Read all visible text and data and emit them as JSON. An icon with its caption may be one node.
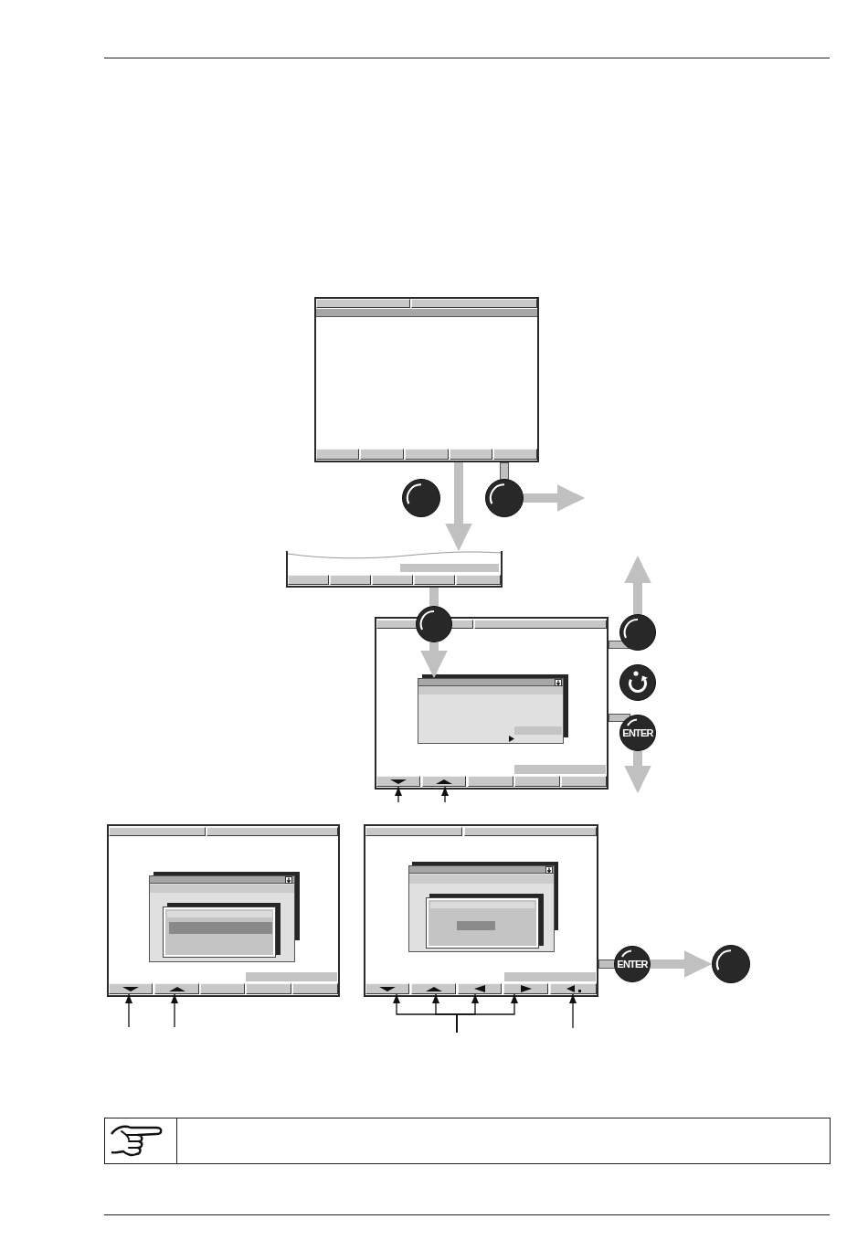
{
  "diagram": {
    "nodes": [
      {
        "text": [],
        "shape": "box"
      },
      {
        "text": [],
        "shape": "circle"
      },
      {
        "text": [],
        "shape": "circle"
      },
      {
        "text": [],
        "shape": "box"
      },
      {
        "text": [],
        "shape": "box"
      },
      {
        "text": [],
        "shape": "circle"
      },
      {
        "text": [],
        "shape": "circle"
      },
      {
        "text": [],
        "shape": "box",
        "in": 4
      },
      {
        "text": [],
        "shape": "circle"
      },
      {
        "text": [
          "ENTER"
        ]
      },
      {
        "text": [],
        "shape": "box",
        "in": 4
      },
      {
        "text": [],
        "shape": "box",
        "in": 4
      },
      {
        "text": [],
        "shape": "box"
      },
      {
        "text": [],
        "shape": "box"
      },
      {
        "text": [],
        "shape": "box",
        "in": 12
      },
      {
        "text": [],
        "shape": "box",
        "in": 13
      },
      {
        "text": [],
        "shape": "box",
        "in": 14
      },
      {
        "text": [],
        "shape": "box",
        "in": 15
      },
      {
        "text": [
          "ENTER"
        ]
      },
      {
        "text": [],
        "shape": "circle"
      },
      {
        "text": [],
        "shape": "box",
        "in": 12
      },
      {
        "text": [],
        "shape": "box",
        "in": 12
      },
      {
        "text": [],
        "shape": "box",
        "in": 13
      },
      {
        "text": [],
        "shape": "box",
        "in": 13
      },
      {
        "text": [],
        "shape": "box",
        "in": 13
      },
      {
        "text": [],
        "shape": "box",
        "in": 13
      },
      {
        "text": [],
        "shape": "box",
        "in": 13
      }
    ],
    "edges": [
      {
        "from": 0,
        "to": 3,
        "arrow": "to",
        "style": "thick",
        "color": "#c0c0c0"
      },
      {
        "from": 2,
        "to": null,
        "arrow": "to",
        "style": "thick",
        "color": "#c0c0c0"
      },
      {
        "from": 3,
        "to": 5,
        "arrow": "none",
        "style": "thick",
        "color": "#c0c0c0"
      },
      {
        "from": 5,
        "to": 7,
        "arrow": "to",
        "style": "thick",
        "color": "#c0c0c0"
      },
      {
        "from": 6,
        "to": null,
        "arrow": "to",
        "style": "thick",
        "color": "#c0c0c0"
      },
      {
        "from": 9,
        "to": null,
        "arrow": "to",
        "style": "thick",
        "color": "#c0c0c0"
      },
      {
        "from": 18,
        "to": 19,
        "arrow": "to",
        "style": "thick",
        "color": "#c0c0c0"
      },
      {
        "from": null,
        "to": 10,
        "arrow": "to"
      },
      {
        "from": null,
        "to": 11,
        "arrow": "to"
      },
      {
        "from": null,
        "to": 20,
        "arrow": "to"
      },
      {
        "from": null,
        "to": 21,
        "arrow": "to"
      },
      {
        "from": null,
        "to": 22,
        "arrow": "to"
      },
      {
        "from": null,
        "to": 23,
        "arrow": "to"
      },
      {
        "from": null,
        "to": 24,
        "arrow": "to"
      },
      {
        "from": null,
        "to": 25,
        "arrow": "to"
      },
      {
        "from": null,
        "to": 26,
        "arrow": "to"
      }
    ]
  }
}
